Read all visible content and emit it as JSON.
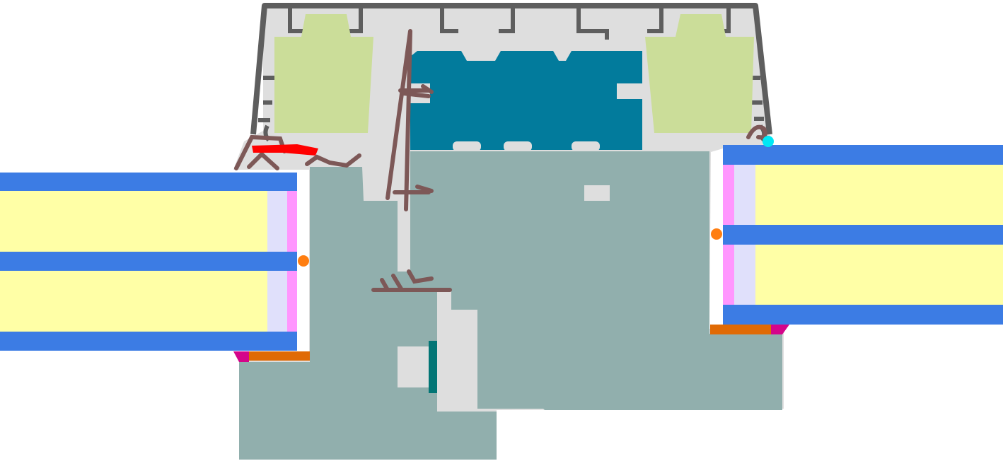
{
  "diagram": {
    "kind": "window profile cross-section",
    "palette": {
      "frame_fill": "#dedede",
      "frame_outline": "#5e5e5e",
      "thermal_insert": "#cbdd99",
      "steel_reinforcement": "#027b9c",
      "sash_body": "#91afad",
      "glass_pane": "#3c7ce4",
      "gas_fill": "#ffffa6",
      "spacer": "#e0e0fb",
      "edge_seal": "#ff96fe",
      "gasket": "#7d5857",
      "gasket_red": "#ff0000",
      "setting_block": "#e06a05",
      "corner_seal": "#d4058a",
      "dot_marker": "#ff7e11",
      "cyan_marker": "#00e8f5",
      "teal_bar": "#027575"
    },
    "parts": [
      "outer-frame-profile",
      "thermal-insert-left",
      "thermal-insert-right",
      "steel-reinforcement",
      "sash-body",
      "glazing-unit-left",
      "glazing-unit-right",
      "glazing-gaskets",
      "setting-blocks",
      "hardware-bar"
    ]
  }
}
